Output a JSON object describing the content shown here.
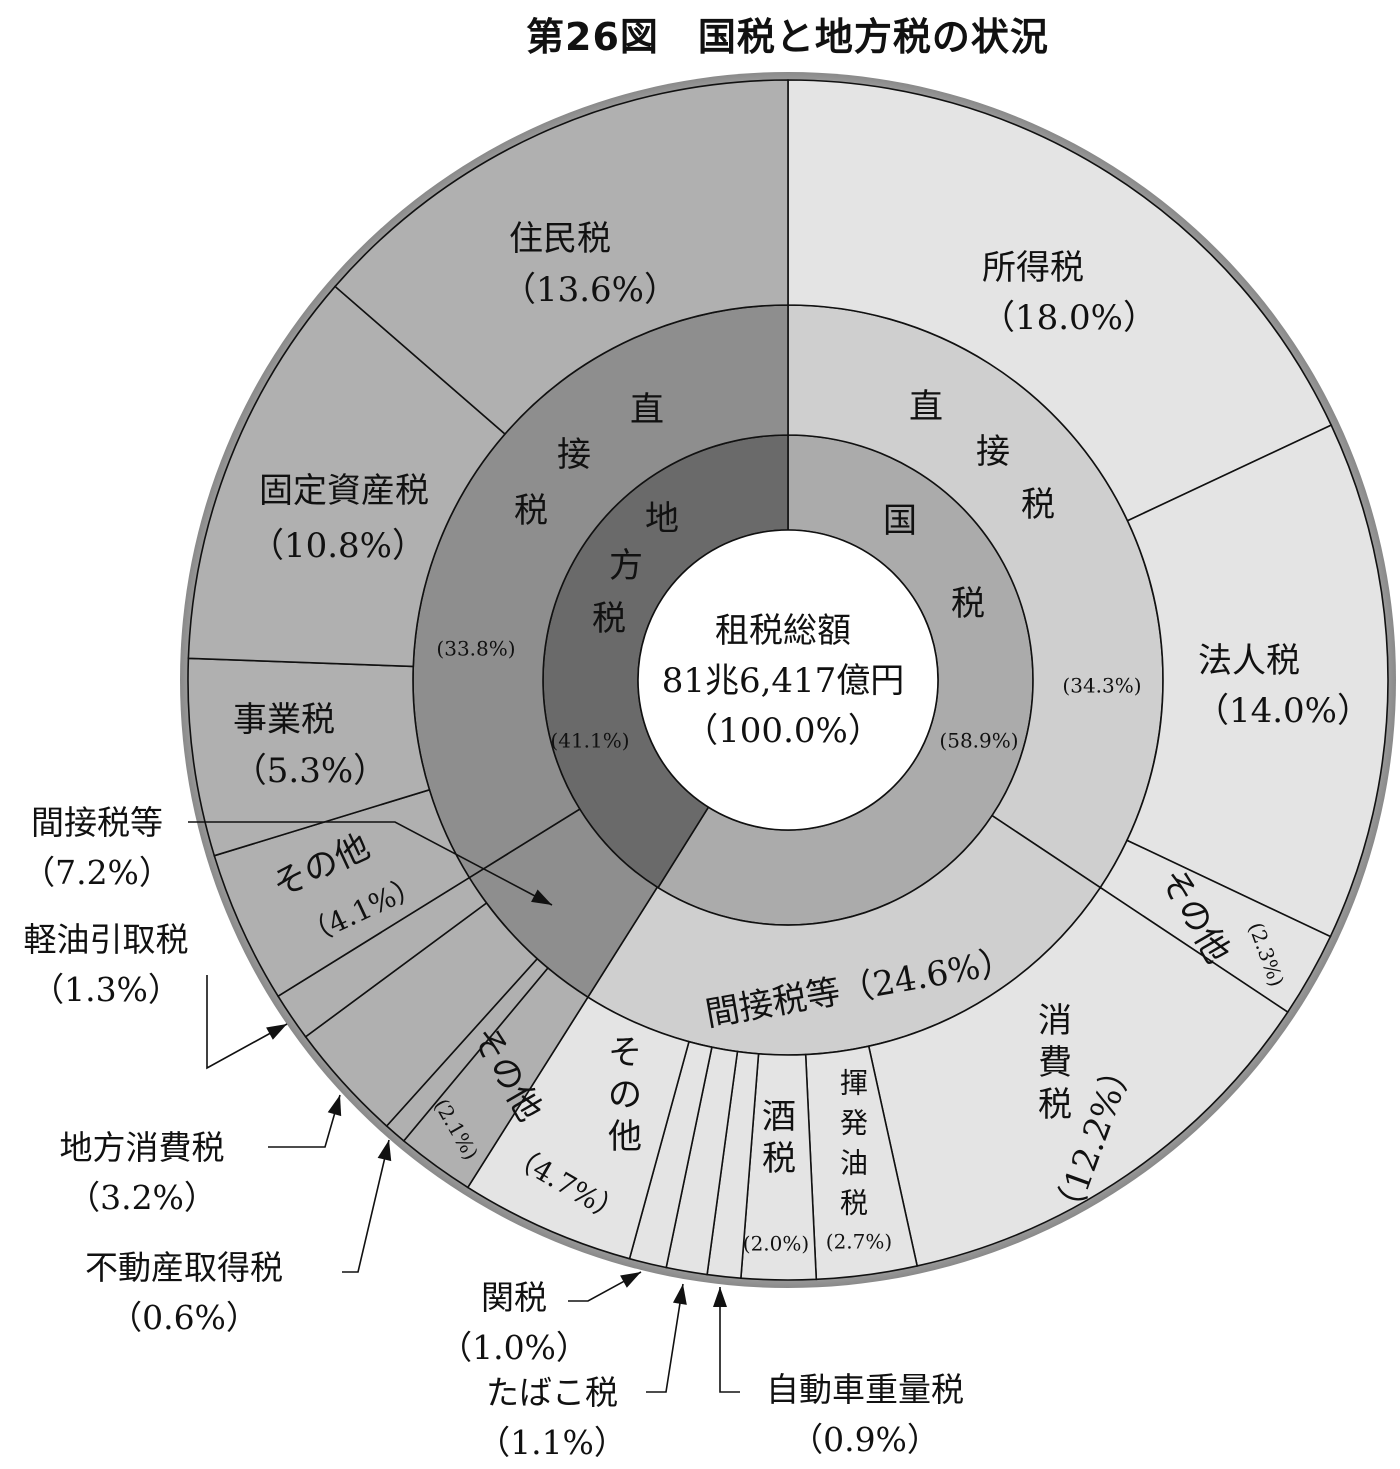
{
  "chart_data": {
    "type": "pie",
    "title": "第26図　国税と地方税の状況",
    "center": {
      "label": "租税総額",
      "amount": "81兆6,417億円",
      "pct": "（100.0%）",
      "value": 100.0
    },
    "inner": [
      {
        "id": "kokuzei",
        "label": "国税",
        "pct": "(58.9%)",
        "value": 58.9
      },
      {
        "id": "chihozei",
        "label": "地方税",
        "pct": "(41.1%)",
        "value": 41.1
      }
    ],
    "middle": [
      {
        "id": "k-direct",
        "label": "直接税",
        "pct": "(34.3%)",
        "value": 34.3
      },
      {
        "id": "k-indirect",
        "label": "間接税等（24.6%）",
        "pct": "",
        "value": 24.6
      },
      {
        "id": "c-indirect",
        "label": "間接税等",
        "pct": "（7.2%）",
        "value": 7.2
      },
      {
        "id": "c-direct",
        "label": "直接税",
        "pct": "(33.8%)",
        "value": 33.8
      }
    ],
    "outer": [
      {
        "id": "shotoku",
        "label": "所得税",
        "pct": "（18.0%）",
        "value": 18.0
      },
      {
        "id": "hojin",
        "label": "法人税",
        "pct": "（14.0%）",
        "value": 14.0
      },
      {
        "id": "k-d-other",
        "label": "その他",
        "pct": "(2.3%)",
        "value": 2.3
      },
      {
        "id": "shohi",
        "label": "消費税",
        "pct": "（12.2%）",
        "value": 12.2
      },
      {
        "id": "kihatsu",
        "label": "揮発油税",
        "pct": "(2.7%)",
        "value": 2.7
      },
      {
        "id": "sake",
        "label": "酒税",
        "pct": "(2.0%)",
        "value": 2.0
      },
      {
        "id": "jidosha",
        "label": "自動車重量税",
        "pct": "（0.9%）",
        "value": 0.9
      },
      {
        "id": "tabako",
        "label": "たばこ税",
        "pct": "（1.1%）",
        "value": 1.1
      },
      {
        "id": "kanzei",
        "label": "関税",
        "pct": "（1.0%）",
        "value": 1.0
      },
      {
        "id": "k-i-other",
        "label": "その他",
        "pct": "（4.7%）",
        "value": 4.7
      },
      {
        "id": "c-i-other",
        "label": "その他",
        "pct": "(2.1%)",
        "value": 2.1
      },
      {
        "id": "fudosan",
        "label": "不動産取得税",
        "pct": "（0.6%）",
        "value": 0.6
      },
      {
        "id": "chiho-shohi",
        "label": "地方消費税",
        "pct": "（3.2%）",
        "value": 3.2
      },
      {
        "id": "keiyu",
        "label": "軽油引取税",
        "pct": "（1.3%）",
        "value": 1.3
      },
      {
        "id": "c-d-other",
        "label": "その他",
        "pct": "（4.1%）",
        "value": 4.1
      },
      {
        "id": "jigyo",
        "label": "事業税",
        "pct": "（5.3%）",
        "value": 5.3
      },
      {
        "id": "kotei",
        "label": "固定資産税",
        "pct": "（10.8%）",
        "value": 10.8
      },
      {
        "id": "jumin",
        "label": "住民税",
        "pct": "（13.6%）",
        "value": 13.6
      }
    ],
    "colors": {
      "kokuzei_inner": "#ababab",
      "kokuzei_middle": "#cfcfcf",
      "kokuzei_outer": "#e4e4e4",
      "chihozei_inner": "#6a6a6a",
      "chihozei_middle": "#8e8e8e",
      "chihozei_outer": "#b0b0b0",
      "line": "#111111"
    }
  }
}
